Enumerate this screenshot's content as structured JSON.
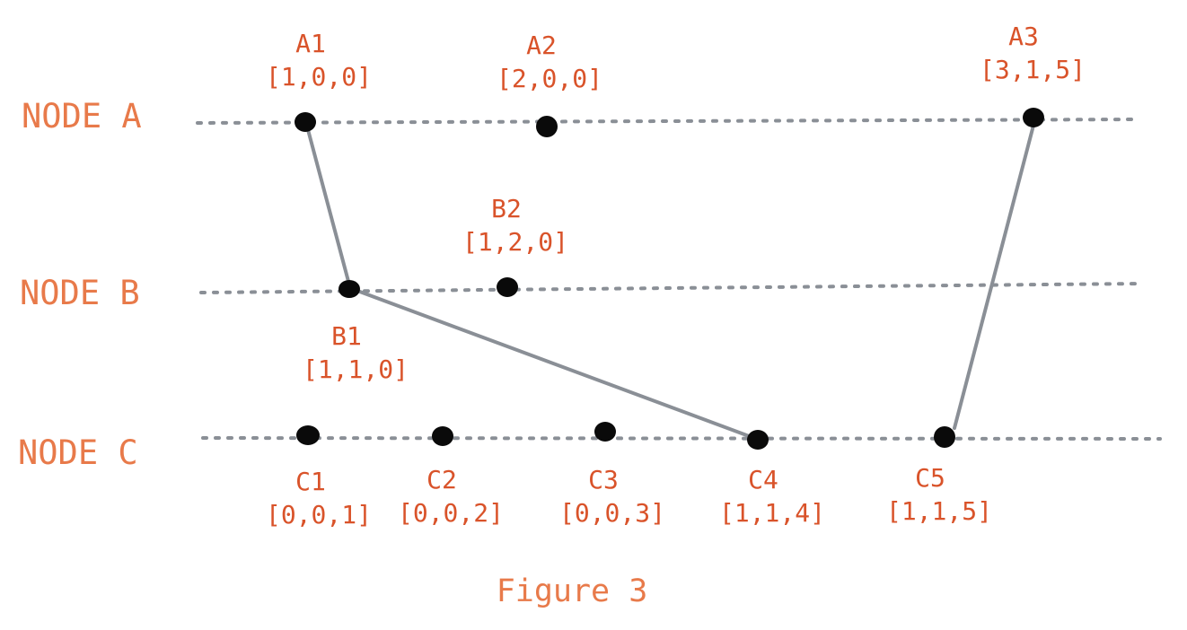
{
  "nodes": [
    {
      "id": "A",
      "label": "NODE A"
    },
    {
      "id": "B",
      "label": "NODE B"
    },
    {
      "id": "C",
      "label": "NODE C"
    }
  ],
  "events": [
    {
      "id": "A1",
      "node": "A",
      "name": "A1",
      "clock": "[1,0,0]"
    },
    {
      "id": "A2",
      "node": "A",
      "name": "A2",
      "clock": "[2,0,0]"
    },
    {
      "id": "A3",
      "node": "A",
      "name": "A3",
      "clock": "[3,1,5]"
    },
    {
      "id": "B1",
      "node": "B",
      "name": "B1",
      "clock": "[1,1,0]"
    },
    {
      "id": "B2",
      "node": "B",
      "name": "B2",
      "clock": "[1,2,0]"
    },
    {
      "id": "C1",
      "node": "C",
      "name": "C1",
      "clock": "[0,0,1]"
    },
    {
      "id": "C2",
      "node": "C",
      "name": "C2",
      "clock": "[0,0,2]"
    },
    {
      "id": "C3",
      "node": "C",
      "name": "C3",
      "clock": "[0,0,3]"
    },
    {
      "id": "C4",
      "node": "C",
      "name": "C4",
      "clock": "[1,1,4]"
    },
    {
      "id": "C5",
      "node": "C",
      "name": "C5",
      "clock": "[1,1,5]"
    }
  ],
  "messages": [
    {
      "from": "A1",
      "to": "B1"
    },
    {
      "from": "B1",
      "to": "C4"
    },
    {
      "from": "C5",
      "to": "A3"
    }
  ],
  "caption": "Figure 3",
  "colors": {
    "node_label": "#e87a4a",
    "event_text": "#d9532a",
    "line": "#8a8f96",
    "dot": "#0a0a0a"
  }
}
